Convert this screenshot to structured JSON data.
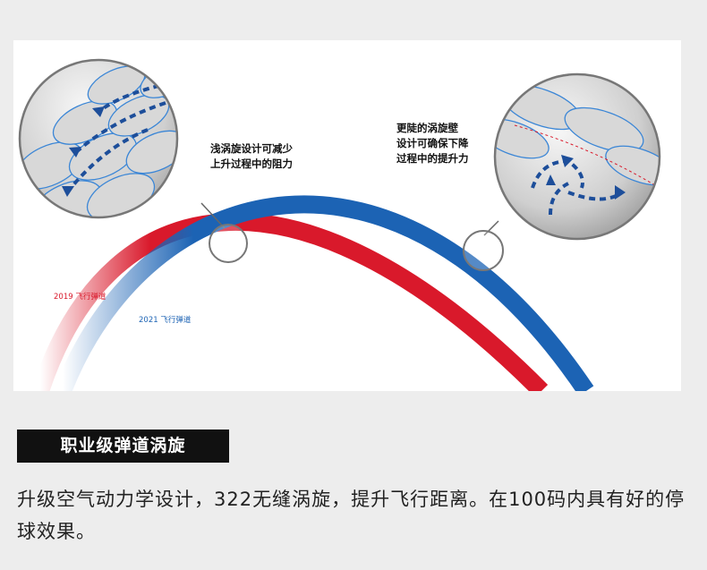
{
  "figure": {
    "callout_left": [
      "浅涡旋设计可减少",
      "上升过程中的阻力"
    ],
    "callout_right": [
      "更陡的涡旋壁",
      "设计可确保下降",
      "过程中的提升力"
    ],
    "legend_2019": "2019 飞行弹道",
    "legend_2021": "2021 飞行弹道",
    "colors": {
      "trajectory_2019": "#d9192b",
      "trajectory_2021": "#1c63b4",
      "arrows": "#1d4e9a"
    }
  },
  "section": {
    "title": "职业级弹道涡旋",
    "description": "升级空气动力学设计，322无缝涡旋，提升飞行距离。在100码内具有好的停球效果。"
  }
}
